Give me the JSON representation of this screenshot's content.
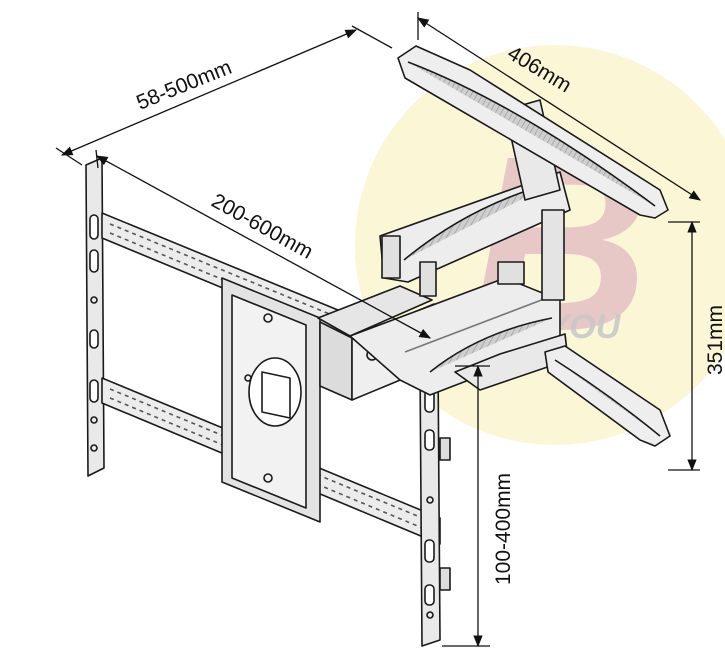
{
  "dimensions": {
    "depth": "58-500mm",
    "horizontal_spacing": "200-600mm",
    "bracket_width": "406mm",
    "bracket_height": "351mm",
    "vertical_spacing": "100-400mm"
  },
  "watermark": {
    "letter": "B",
    "text": "BAYOU"
  },
  "colors": {
    "line": "#1a1a1a",
    "metal": "#e9e9e9",
    "slot": "#bfbfbf",
    "watermark_circle": "#fbf6d6",
    "watermark_letter": "#e2b9c2"
  }
}
